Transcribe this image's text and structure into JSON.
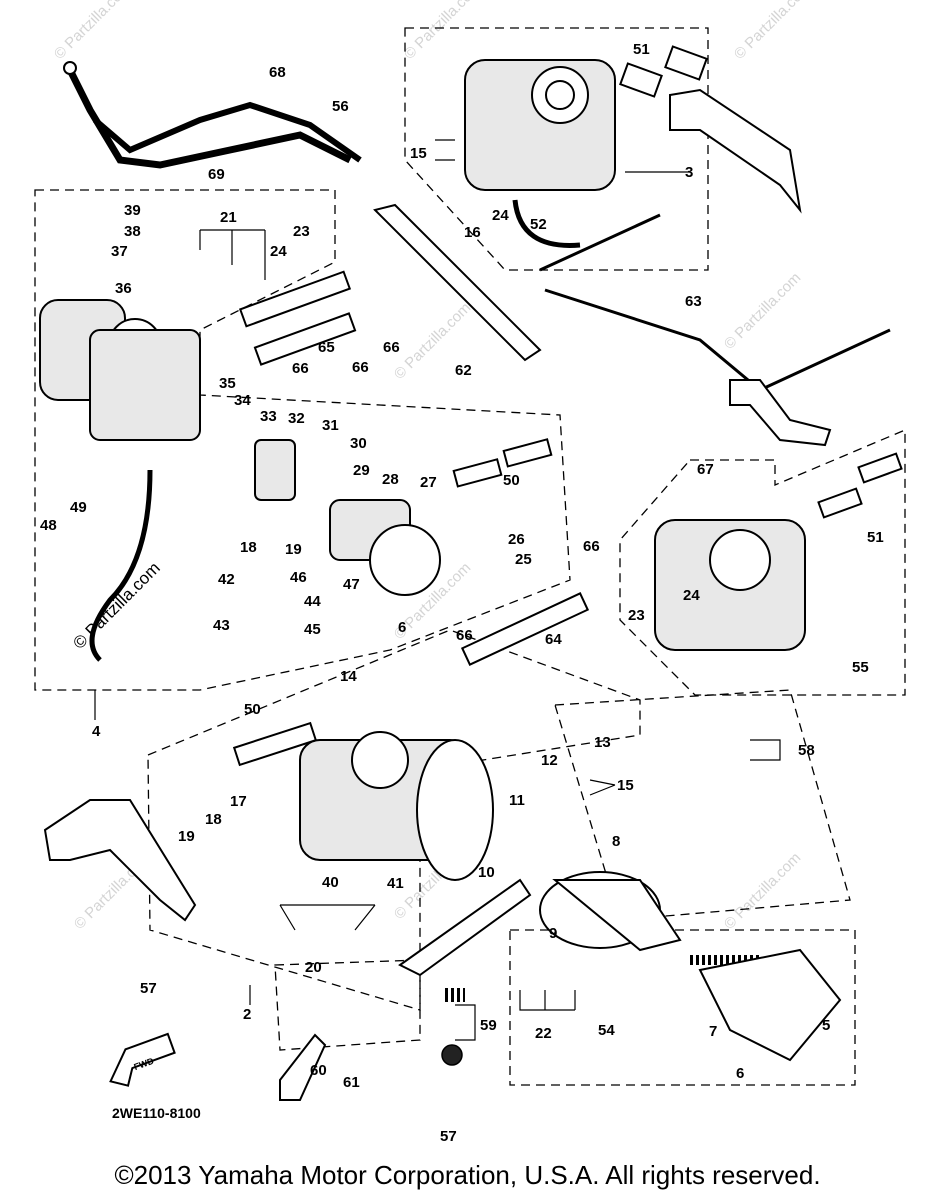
{
  "diagram_code": "2WE110-8100",
  "forward_arrow_text": "FWD",
  "watermark_text": "© Partzilla.com",
  "copyright": "©2013 Yamaha Motor Corporation, U.S.A. All rights reserved.",
  "part_labels": [
    "2",
    "3",
    "4",
    "5",
    "6",
    "7",
    "8",
    "9",
    "10",
    "11",
    "12",
    "13",
    "14",
    "15",
    "16",
    "17",
    "18",
    "19",
    "20",
    "21",
    "22",
    "23",
    "24",
    "25",
    "26",
    "27",
    "28",
    "29",
    "30",
    "31",
    "32",
    "33",
    "34",
    "35",
    "36",
    "37",
    "38",
    "39",
    "40",
    "41",
    "42",
    "43",
    "44",
    "45",
    "46",
    "47",
    "48",
    "49",
    "50",
    "51",
    "52",
    "54",
    "55",
    "56",
    "57",
    "58",
    "59",
    "60",
    "61",
    "62",
    "63",
    "64",
    "65",
    "66",
    "67",
    "68",
    "69"
  ]
}
